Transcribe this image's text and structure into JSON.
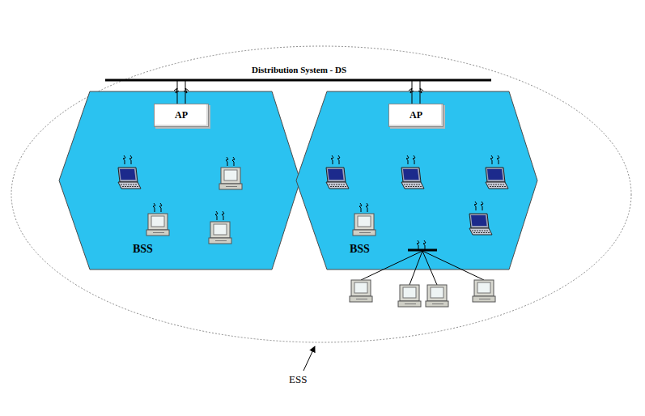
{
  "diagram": {
    "nodes": [
      {
        "text": [
          "BSS"
        ]
      },
      {
        "text": [
          "AP"
        ],
        "in": 0
      },
      {
        "text": [
          "BSS"
        ]
      },
      {
        "text": [
          "AP"
        ],
        "in": 2
      }
    ],
    "labels": [
      "Distribution System - DS",
      "ESS"
    ]
  }
}
